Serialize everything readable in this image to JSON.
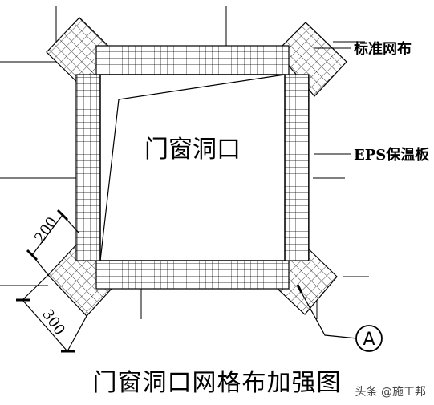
{
  "diagram": {
    "opening_label": "门窗洞口",
    "callout_standard_mesh": "标准网布",
    "callout_eps_board": "EPS保温板",
    "dimension_200": "200",
    "dimension_300": "300",
    "detail_marker": "A",
    "caption": "门窗洞口网格布加强图"
  },
  "watermark": "头条 @施工邦"
}
